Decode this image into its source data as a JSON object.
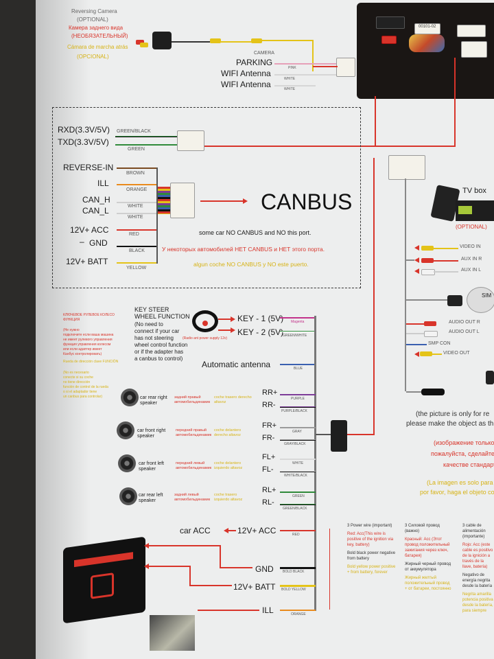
{
  "camera": {
    "title": "Reversing Camera",
    "optional": "(OPTIONAL)",
    "ru_title": "Камера заднего вида",
    "ru_optional": "(НЕОБЯЗАТЕЛЬНЫЙ)",
    "es_title": "Cámara de marcha atrás",
    "es_optional": "(OPCIONAL)",
    "connector_label": "CAMERA"
  },
  "top_wires": [
    {
      "label": "PARKING",
      "wire": "PINK"
    },
    {
      "label": "WIFI Antenna",
      "wire": "WHITE"
    },
    {
      "label": "WIFI Antenna",
      "wire": "WHITE"
    }
  ],
  "canbus_box": {
    "rx": "RXD(3.3V/5V)",
    "tx": "TXD(3.3V/5V)",
    "rx_wire": "GREEN/BLACK",
    "tx_wire": "GREEN",
    "wires": [
      {
        "label": "REVERSE-IN",
        "wire": "BROWN",
        "color": "#7a4a20"
      },
      {
        "label": "ILL",
        "wire": "ORANGE",
        "color": "#e98a1c"
      },
      {
        "label": "CAN_H",
        "wire": "WHITE",
        "color": "#cfcfcf"
      },
      {
        "label": "CAN_L",
        "wire": "WHITE",
        "color": "#cfcfcf"
      },
      {
        "label": "12V+ ACC",
        "wire": "RED",
        "color": "#d8342a"
      },
      {
        "label": "GND",
        "wire": "BLACK",
        "color": "#111111"
      },
      {
        "label": "12V+ BATT",
        "wire": "YELLOW",
        "color": "#e4c318"
      }
    ],
    "canbus": "CANBUS",
    "note_en": "some car NO CANBUS and NO this port.",
    "note_ru": "У некоторых автомобилей НЕТ CANBUS и НЕТ этого порта.",
    "note_es": "algun coche NO CANBUS y NO este puerto."
  },
  "steer": {
    "ru_title": "КЛЮЧЕВОЕ РУЛЕВОЕ КОЛЕСО ФУНКЦИЯ",
    "ru_lines": [
      "(Не нужно",
      "подключите если ваша машина",
      "не имеет рулевого управления",
      "функция управления колесом",
      "или если адаптер имеет",
      "Канбус контролировать)"
    ],
    "es_title": "Rueda de dirección clave FUNCIÓN",
    "es_lines": [
      "(No es necesario",
      "conecte si su coche",
      "no tiene dirección",
      "función de control de la rueda",
      "o si el adaptador tiene",
      "un canbus para controlar)"
    ],
    "title": "KEY STEER WHEEL FUNCTION",
    "lines": [
      "(No need to",
      "connect if your car",
      "has not steering",
      "wheel control function",
      "or if the adapter has",
      "a canbus to control)"
    ],
    "supply_note": "(Radio ant power supply 12v)",
    "key1": "KEY - 1 (5V)",
    "key1_wire": "Magenta",
    "key2": "KEY - 2 (5V)",
    "key2_wire": "GREEN/WHITE"
  },
  "antenna": {
    "label": "Automatic antenna",
    "wire": "BLUE"
  },
  "speakers": [
    {
      "name": "car rear right speaker",
      "ru": "задний правый автомобильдинамик",
      "es": "coche trasero derecho altavoz",
      "plus": "RR+",
      "minus": "RR-",
      "wire_plus": "PURPLE",
      "wire_minus": "PURPLE/BLACK",
      "color": "#7d3c98"
    },
    {
      "name": "car front right speaker",
      "ru": "передний правый автомобильдинамик",
      "es": "coche delantero derecho altavoz",
      "plus": "FR+",
      "minus": "FR-",
      "wire_plus": "GRAY",
      "wire_minus": "GRAY/BLACK",
      "color": "#9a9a9a"
    },
    {
      "name": "car front left speaker",
      "ru": "передний левый автомобильдинамик",
      "es": "coche delantero izquierdo altavoz",
      "plus": "FL+",
      "minus": "FL-",
      "wire_plus": "WHITE",
      "wire_minus": "WHITE/BLACK",
      "color": "#d8d8d8"
    },
    {
      "name": "car rear left speaker",
      "ru": "задний левый автомобильдинамик",
      "es": "coche trasero izquierdo altavoz",
      "plus": "RL+",
      "minus": "RL-",
      "wire_plus": "GREEN",
      "wire_minus": "GREEN/BLACK",
      "color": "#2f8a3a"
    }
  ],
  "power": {
    "car_acc": "car ACC",
    "acc": "12V+ ACC",
    "acc_wire": "RED",
    "gnd": "GND",
    "gnd_wire": "BOLD BLACK",
    "batt": "12V+ BATT",
    "batt_wire": "BOLD YELLOW",
    "ill": "ILL",
    "ill_wire": "ORANGE"
  },
  "notes": {
    "en_title": "3 Power wire (important)",
    "en_red": "Red: Acc(This wire is positive of the ignition via key, battery)",
    "en_black": "Bold black power negative from battery",
    "en_yellow": "Bold yellow power positive + from battery, forever",
    "ru_title": "3 Силовой провод (важно)",
    "ru_red": "Красный: Acc (Этот провод положительный зажигания через ключ, батарея)",
    "ru_black": "Жирный черный провод от аккумулятора",
    "ru_yellow": "Жирный желтый положительный провод + от батареи, постоянно",
    "es_title": "3 cable de alimentación (importante)",
    "es_red": "Rojo: Acc (este cable es positivo de la ignición a través de la llave, batería)",
    "es_black": "Negativo de energía negrita desde la batería",
    "es_yellow": "Negrita amarilla potencia positiva desde la batería, para siempre"
  },
  "right_panel": {
    "tv_box": "TV box",
    "tv_optional": "(OPTIONAL)",
    "video_in": "VIDEO IN",
    "aux_r": "AUX IN R",
    "aux_l": "AUX IN L",
    "audio_out_r": "AUDIO OUT R",
    "audio_out_l": "AUDIO OUT L",
    "sim": "SIM",
    "smp_con": "SMP CON",
    "video_out": "VIDEO OUT",
    "picture_en": "(the picture is only for re",
    "picture_en2": "please make the object as th",
    "picture_ru": "(изображение только для",
    "picture_ru2": "пожалуйста, сделайте об",
    "picture_ru3": "качестве стандарт",
    "picture_es": "(La imagen es solo para re",
    "picture_es2": "por favor, haga el objeto comp",
    "head_label": "00101-02"
  }
}
